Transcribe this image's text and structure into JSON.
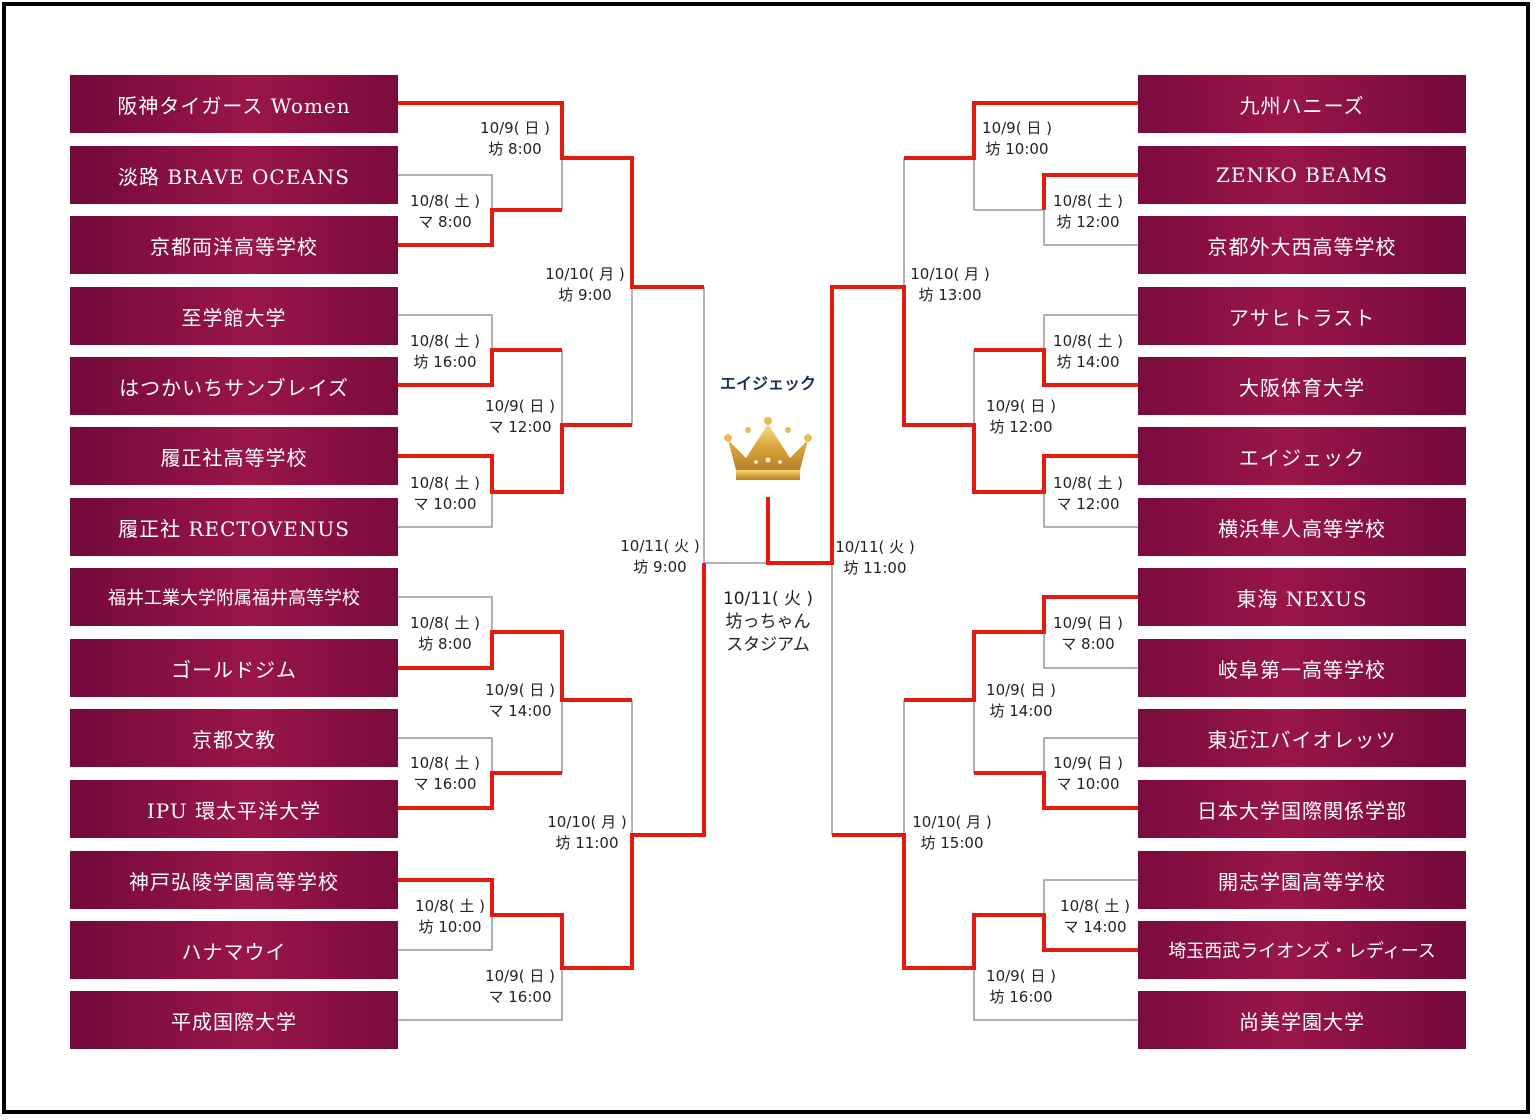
{
  "colors": {
    "team_bg": "#8a1043",
    "winner_line": "#e21b10",
    "normal_line": "#999999",
    "champion_text": "#1a2b5e",
    "crown_gold": "#d9a53a"
  },
  "icons": {
    "champion": "crown-icon"
  },
  "champion": {
    "label": "エイジェック"
  },
  "final": {
    "date": "10/11( 火 )",
    "venue_line1": "坊っちゃん",
    "venue_line2": "スタジアム"
  },
  "teams_left": [
    "阪神タイガース Women",
    "淡路 BRAVE OCEANS",
    "京都両洋高等学校",
    "至学館大学",
    "はつかいちサンブレイズ",
    "履正社高等学校",
    "履正社 RECTOVENUS",
    "福井工業大学附属福井高等学校",
    "ゴールドジム",
    "京都文教",
    "IPU 環太平洋大学",
    "神戸弘陵学園高等学校",
    "ハナマウイ",
    "平成国際大学"
  ],
  "teams_right": [
    "九州ハニーズ",
    "ZENKO BEAMS",
    "京都外大西高等学校",
    "アサヒトラスト",
    "大阪体育大学",
    "エイジェック",
    "横浜隼人高等学校",
    "東海 NEXUS",
    "岐阜第一高等学校",
    "東近江バイオレッツ",
    "日本大学国際関係学部",
    "開志学園高等学校",
    "埼玉西武ライオンズ・レディース",
    "尚美学園大学"
  ],
  "matches_left": [
    {
      "date": "10/9( 日 )",
      "time": "坊 8:00"
    },
    {
      "date": "10/8( 土 )",
      "time": "マ 8:00"
    },
    {
      "date": "10/10( 月 )",
      "time": "坊 9:00"
    },
    {
      "date": "10/8( 土 )",
      "time": "坊 16:00"
    },
    {
      "date": "10/9( 日 )",
      "time": "マ 12:00"
    },
    {
      "date": "10/8( 土 )",
      "time": "マ 10:00"
    },
    {
      "date": "10/11( 火 )",
      "time": "坊 9:00"
    },
    {
      "date": "10/8( 土 )",
      "time": "坊 8:00"
    },
    {
      "date": "10/9( 日 )",
      "time": "マ 14:00"
    },
    {
      "date": "10/8( 土 )",
      "time": "マ 16:00"
    },
    {
      "date": "10/10( 月 )",
      "time": "坊 11:00"
    },
    {
      "date": "10/8( 土 )",
      "time": "坊 10:00"
    },
    {
      "date": "10/9( 日 )",
      "time": "マ 16:00"
    }
  ],
  "matches_right": [
    {
      "date": "10/9( 日 )",
      "time": "坊 10:00"
    },
    {
      "date": "10/8( 土 )",
      "time": "坊 12:00"
    },
    {
      "date": "10/10( 月 )",
      "time": "坊 13:00"
    },
    {
      "date": "10/8( 土 )",
      "time": "坊 14:00"
    },
    {
      "date": "10/9( 日 )",
      "time": "坊 12:00"
    },
    {
      "date": "10/8( 土 )",
      "time": "マ 12:00"
    },
    {
      "date": "10/11( 火 )",
      "time": "坊 11:00"
    },
    {
      "date": "10/9( 日 )",
      "time": "マ 8:00"
    },
    {
      "date": "10/9( 日 )",
      "time": "坊 14:00"
    },
    {
      "date": "10/9( 日 )",
      "time": "マ 10:00"
    },
    {
      "date": "10/10( 月 )",
      "time": "坊 15:00"
    },
    {
      "date": "10/8( 土 )",
      "time": "マ 14:00"
    },
    {
      "date": "10/9( 日 )",
      "time": "坊 16:00"
    }
  ]
}
